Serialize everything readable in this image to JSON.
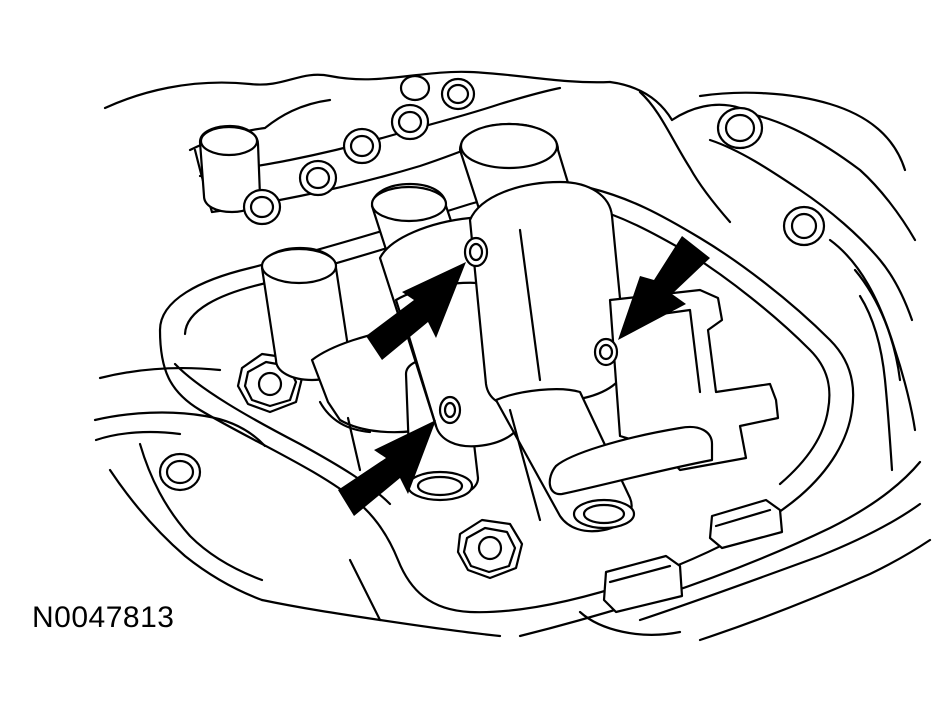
{
  "figure": {
    "id": "N0047813"
  },
  "colors": {
    "ink": "#000000",
    "paper": "#ffffff"
  },
  "callouts": [
    {
      "name": "arrow-callout-upper-left",
      "icon": "arrow-icon"
    },
    {
      "name": "arrow-callout-lower-left",
      "icon": "arrow-icon"
    },
    {
      "name": "arrow-callout-right",
      "icon": "arrow-icon"
    }
  ]
}
